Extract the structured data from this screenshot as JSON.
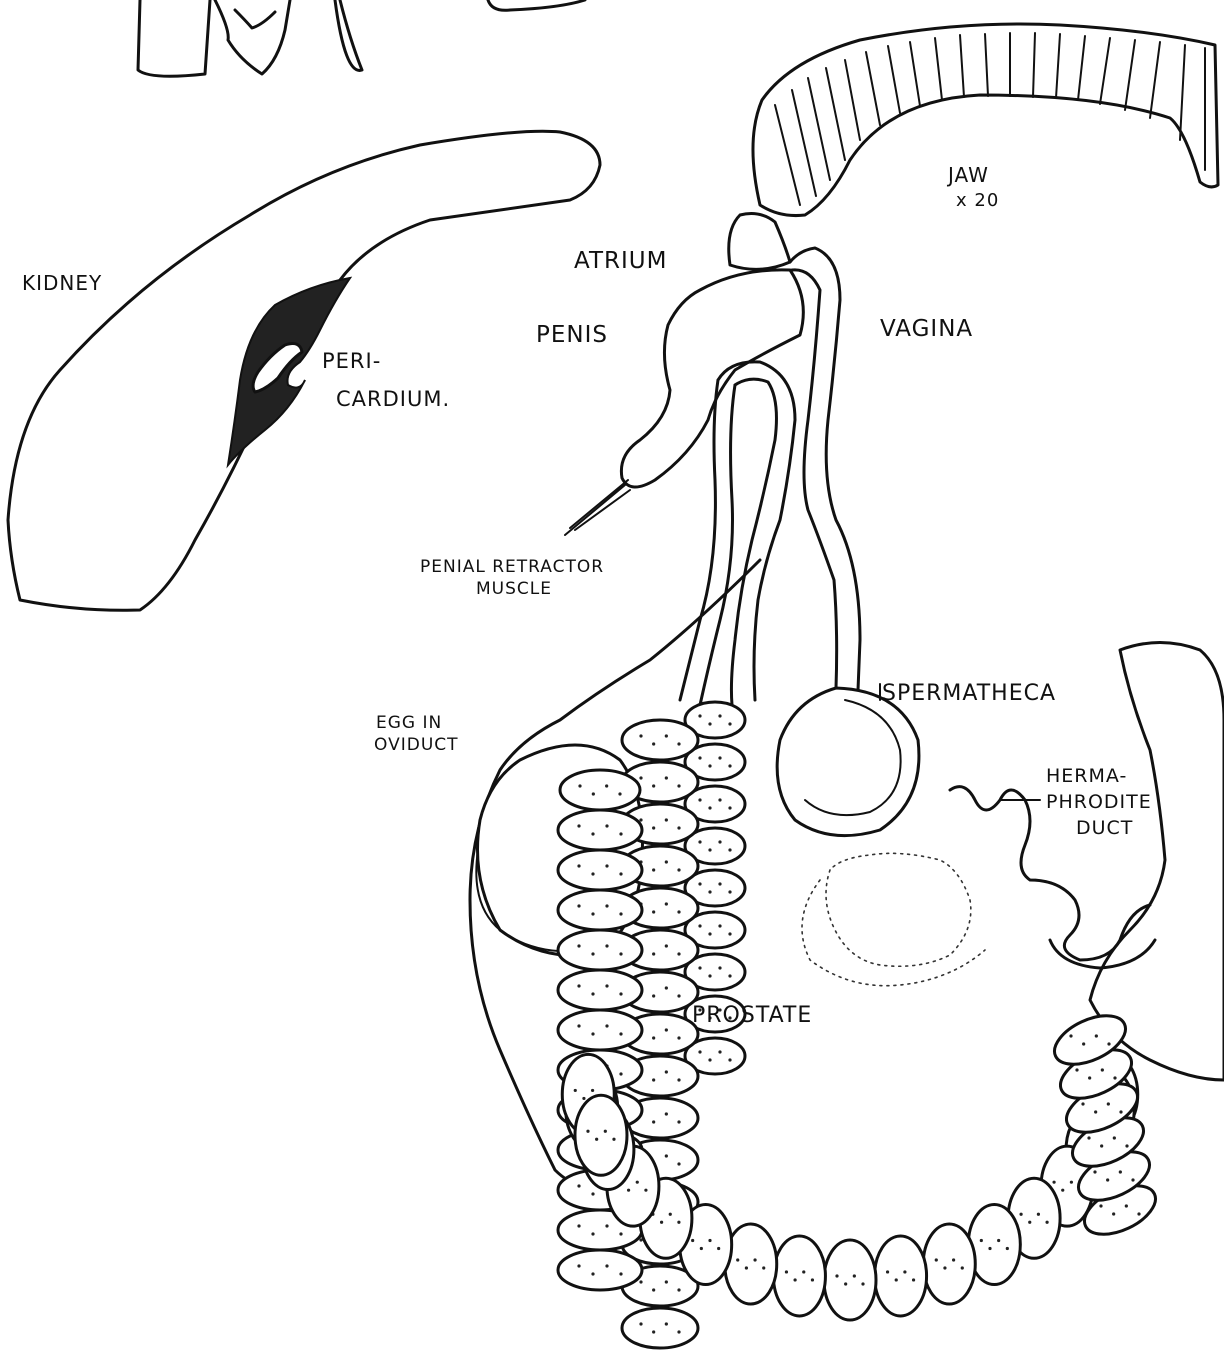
{
  "labels": {
    "jaw": "JAW",
    "jaw_scale": "x 20",
    "kidney": "KIDNEY",
    "pericardium_1": "PERI-",
    "pericardium_2": "CARDIUM.",
    "atrium": "ATRIUM",
    "penis": "PENIS",
    "vagina": "VAGINA",
    "penial_retractor_1": "PENIAL RETRACTOR",
    "penial_retractor_2": "MUSCLE",
    "spermatheca": "SPERMATHECA",
    "egg_in_oviduct_1": "EGG IN",
    "egg_in_oviduct_2": "OVIDUCT",
    "hermaphrodite_duct_1": "HERMA-",
    "hermaphrodite_duct_2": "PHRODITE",
    "hermaphrodite_duct_3": "DUCT",
    "prostate": "PROSTATE"
  }
}
